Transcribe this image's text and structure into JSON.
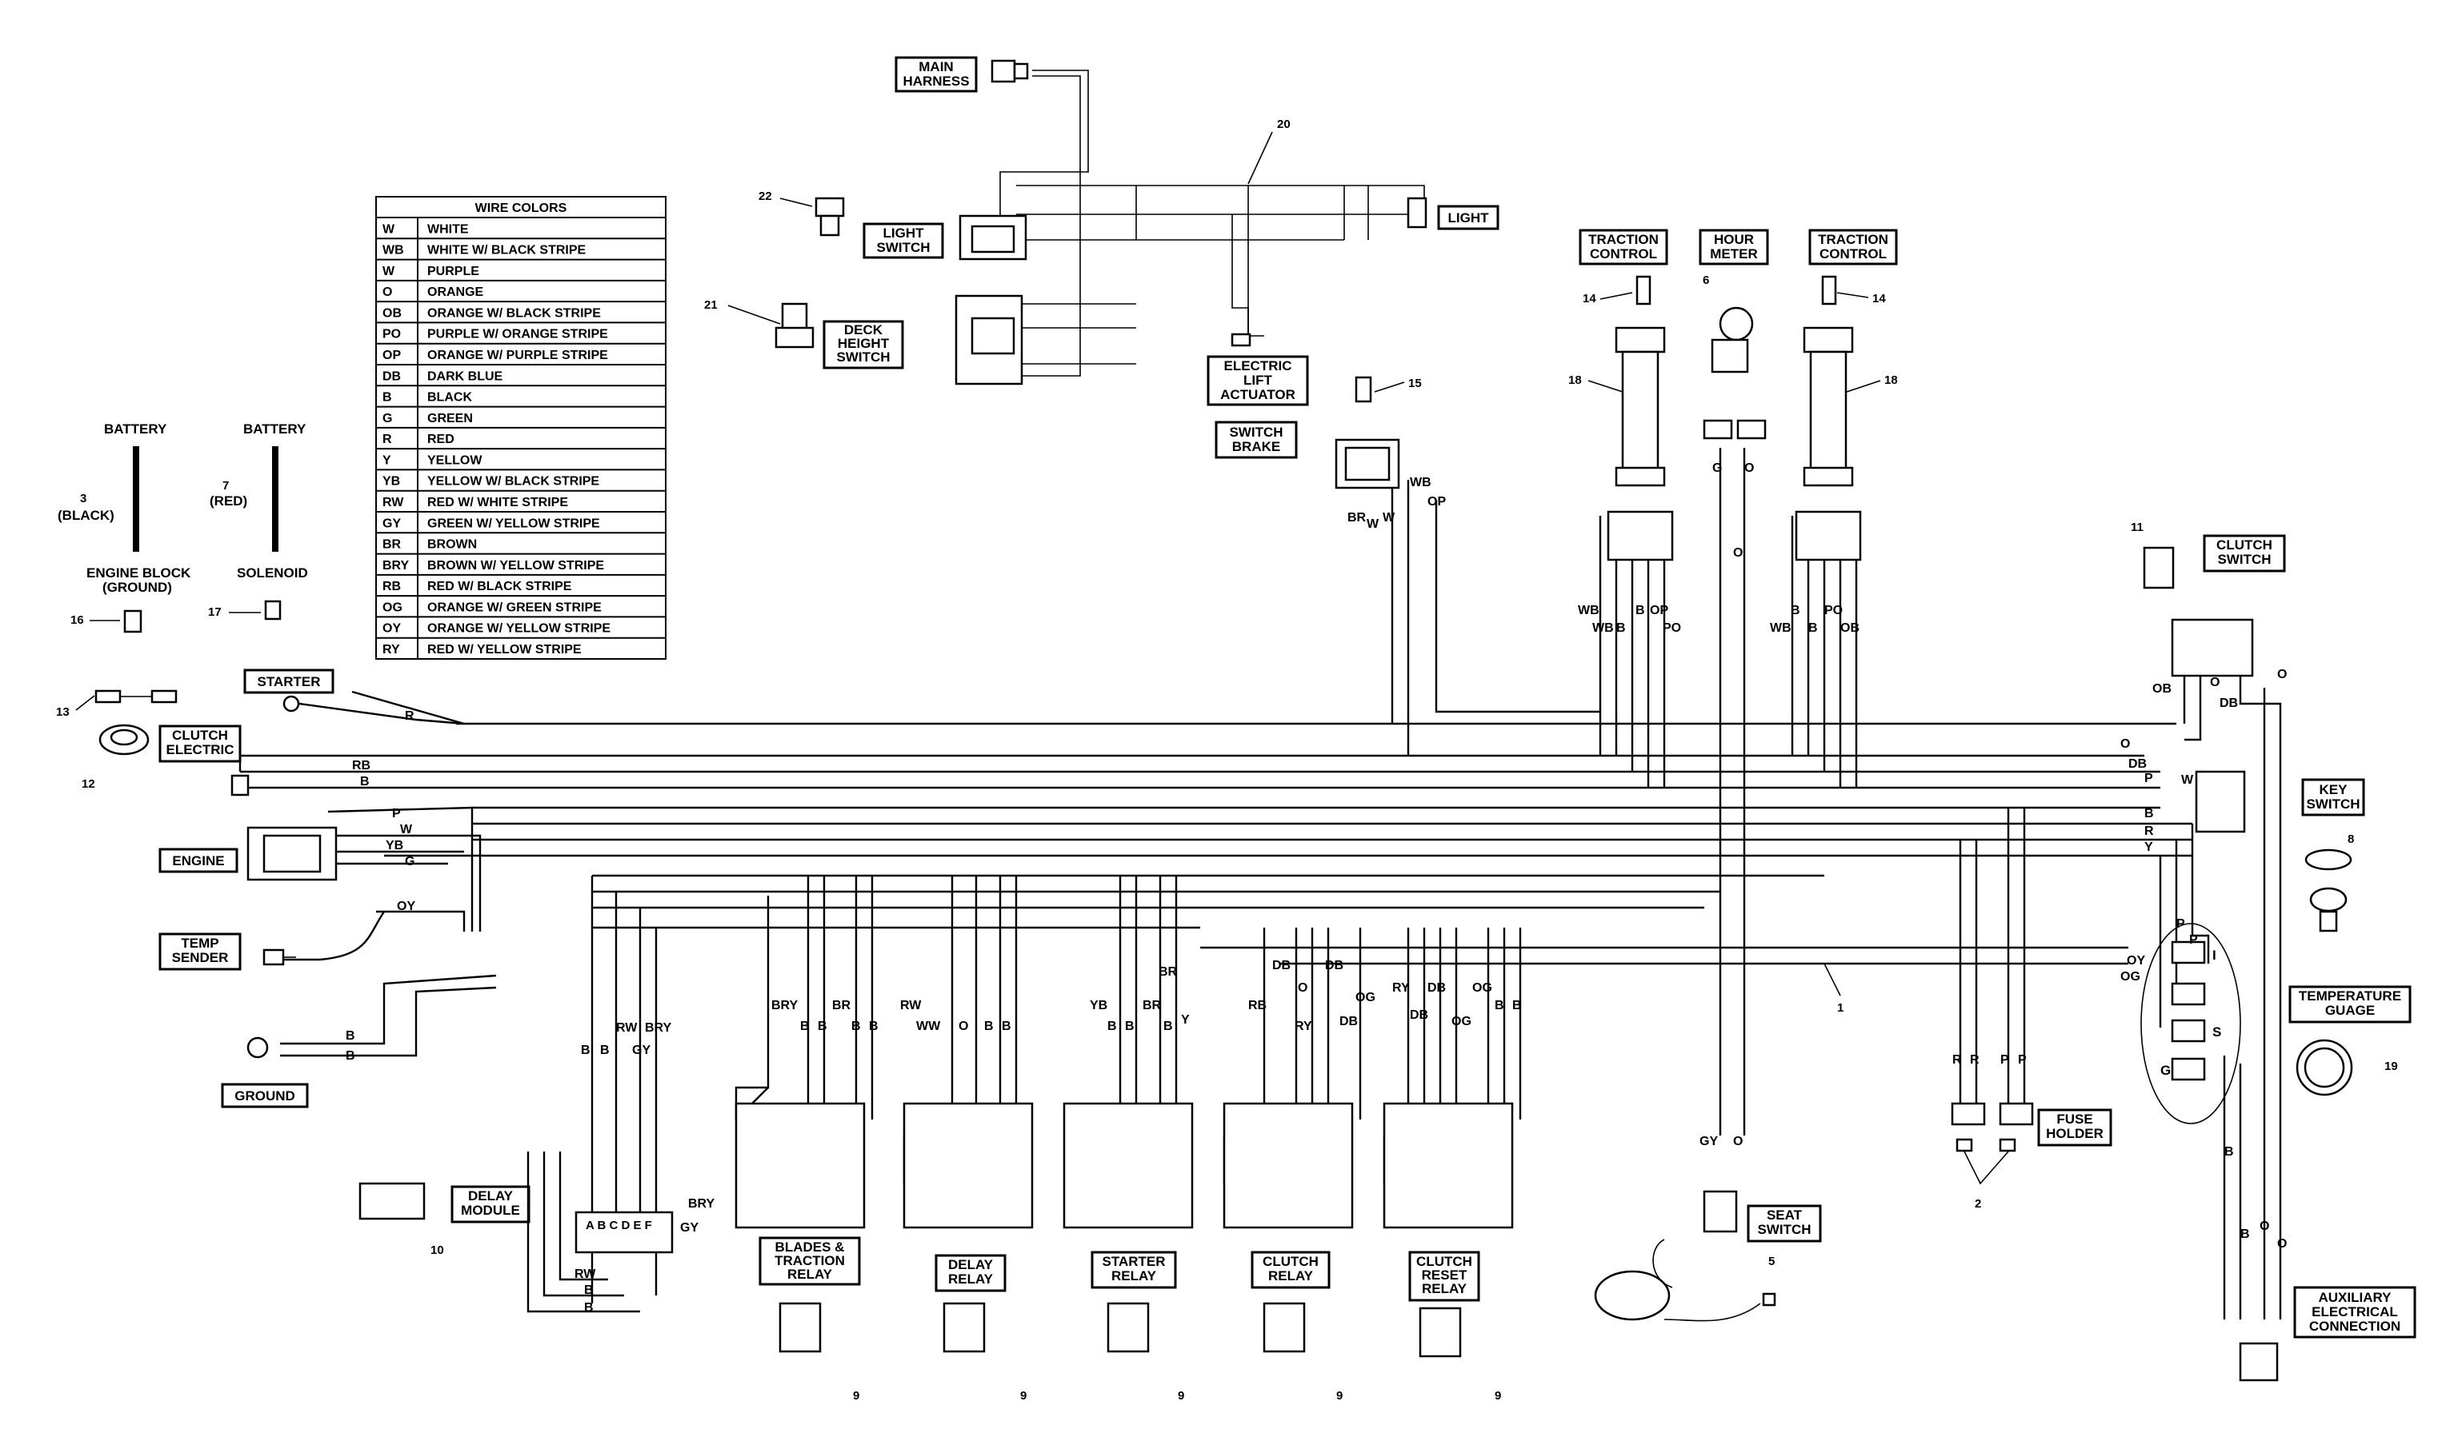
{
  "wire_colors": {
    "title": "WIRE COLORS",
    "rows": [
      {
        "code": "W",
        "desc": "WHITE"
      },
      {
        "code": "WB",
        "desc": "WHITE W/ BLACK STRIPE"
      },
      {
        "code": "W",
        "desc": "PURPLE"
      },
      {
        "code": "O",
        "desc": "ORANGE"
      },
      {
        "code": "OB",
        "desc": "ORANGE W/ BLACK STRIPE"
      },
      {
        "code": "PO",
        "desc": "PURPLE W/ ORANGE STRIPE"
      },
      {
        "code": "OP",
        "desc": "ORANGE W/ PURPLE STRIPE"
      },
      {
        "code": "DB",
        "desc": "DARK BLUE"
      },
      {
        "code": "B",
        "desc": "BLACK"
      },
      {
        "code": "G",
        "desc": "GREEN"
      },
      {
        "code": "R",
        "desc": "RED"
      },
      {
        "code": "Y",
        "desc": "YELLOW"
      },
      {
        "code": "YB",
        "desc": "YELLOW W/ BLACK STRIPE"
      },
      {
        "code": "RW",
        "desc": "RED W/ WHITE STRIPE"
      },
      {
        "code": "GY",
        "desc": "GREEN W/ YELLOW STRIPE"
      },
      {
        "code": "BR",
        "desc": "BROWN"
      },
      {
        "code": "BRY",
        "desc": "BROWN W/ YELLOW STRIPE"
      },
      {
        "code": "RB",
        "desc": "RED W/ BLACK STRIPE"
      },
      {
        "code": "OG",
        "desc": "ORANGE W/ GREEN STRIPE"
      },
      {
        "code": "OY",
        "desc": "ORANGE W/ YELLOW STRIPE"
      },
      {
        "code": "RY",
        "desc": "RED W/ YELLOW STRIPE"
      }
    ]
  },
  "labels": {
    "main_harness": [
      "MAIN",
      "HARNESS"
    ],
    "light_switch": [
      "LIGHT",
      "SWITCH"
    ],
    "deck_height_switch": [
      "DECK",
      "HEIGHT",
      "SWITCH"
    ],
    "light": "LIGHT",
    "electric_lift_actuator": [
      "ELECTRIC",
      "LIFT",
      "ACTUATOR"
    ],
    "switch_brake": [
      "SWITCH",
      "BRAKE"
    ],
    "traction_control_left": [
      "TRACTION",
      "CONTROL"
    ],
    "hour_meter": [
      "HOUR",
      "METER"
    ],
    "traction_control_right": [
      "TRACTION",
      "CONTROL"
    ],
    "clutch_switch": [
      "CLUTCH",
      "SWITCH"
    ],
    "key_switch": [
      "KEY",
      "SWITCH"
    ],
    "temperature_guage": [
      "TEMPERATURE",
      "GUAGE"
    ],
    "fuse_holder": [
      "FUSE",
      "HOLDER"
    ],
    "seat_switch": [
      "SEAT",
      "SWITCH"
    ],
    "auxiliary": [
      "AUXILIARY",
      "ELECTRICAL",
      "CONNECTION"
    ],
    "starter": "STARTER",
    "clutch_electric": [
      "CLUTCH",
      "ELECTRIC"
    ],
    "engine": "ENGINE",
    "temp_sender": [
      "TEMP",
      "SENDER"
    ],
    "ground": "GROUND",
    "delay_module": [
      "DELAY",
      "MODULE"
    ],
    "blades_relay": [
      "BLADES &",
      "TRACTION",
      "RELAY"
    ],
    "delay_relay": [
      "DELAY",
      "RELAY"
    ],
    "starter_relay": [
      "STARTER",
      "RELAY"
    ],
    "clutch_relay": [
      "CLUTCH",
      "RELAY"
    ],
    "clutch_reset_relay": [
      "CLUTCH",
      "RESET",
      "RELAY"
    ],
    "battery1": "BATTERY",
    "battery1_color": "(BLACK)",
    "engine_block": [
      "ENGINE BLOCK",
      "(GROUND)"
    ],
    "battery2": "BATTERY",
    "battery2_color": "(RED)",
    "solenoid": "SOLENOID",
    "delay_pins": "A B C D E F",
    "key_terms": [
      "I",
      "S",
      "G"
    ]
  },
  "callouts": {
    "n1": "1",
    "n2": "2",
    "n3": "3",
    "n5": "5",
    "n6": "6",
    "n7": "7",
    "n8": "8",
    "n9": "9",
    "n10": "10",
    "n11": "11",
    "n12": "12",
    "n13": "13",
    "n14": "14",
    "n15": "15",
    "n16": "16",
    "n17": "17",
    "n18": "18",
    "n19": "19",
    "n20": "20",
    "n21": "21",
    "n22": "22"
  },
  "wire_labels": {
    "r": "R",
    "rb": "RB",
    "b": "B",
    "p": "P",
    "w": "W",
    "yb": "YB",
    "g": "G",
    "oy": "OY",
    "o": "O",
    "db": "DB",
    "y": "Y",
    "ob": "OB",
    "og": "OG",
    "wb": "WB",
    "op": "OP",
    "po": "PO",
    "br": "BR",
    "bry": "BRY",
    "rw": "RW",
    "gy": "GY",
    "ry": "RY",
    "ww": "WW"
  }
}
